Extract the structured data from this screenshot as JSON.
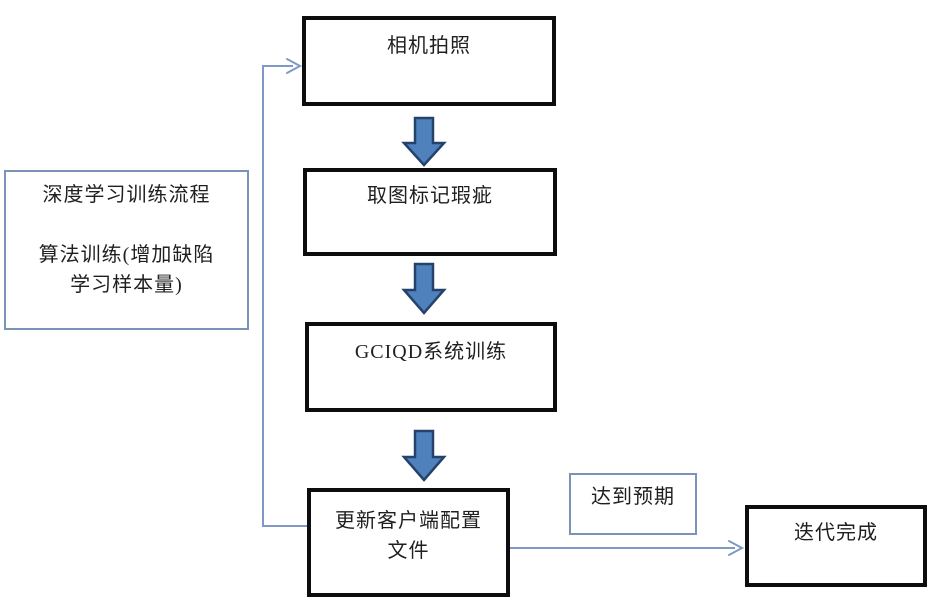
{
  "colors": {
    "background": "#ffffff",
    "black_box_border": "#0d0d0d",
    "blue_box_border": "#7b93b8",
    "connector_line": "#7e99c6",
    "block_arrow_fill": "#4f81bd",
    "block_arrow_stroke": "#24426b",
    "text": "#1f1f1f"
  },
  "icons": {
    "flow_step_arrow": "down-block-arrow-icon",
    "connector_end": "right-open-arrowhead-icon"
  },
  "nodes": {
    "note": {
      "title": "深度学习训练流程",
      "body_line1": "算法训练(增加缺陷",
      "body_line2": "学习样本量)"
    },
    "camera": {
      "label": "相机拍照"
    },
    "mark_defects": {
      "label": "取图标记瑕疵"
    },
    "system_training": {
      "label": "GCIQD系统训练"
    },
    "update_config": {
      "line1": "更新客户端配置",
      "line2": "文件"
    },
    "expectation": {
      "label": "达到预期"
    },
    "done": {
      "label": "迭代完成"
    }
  }
}
